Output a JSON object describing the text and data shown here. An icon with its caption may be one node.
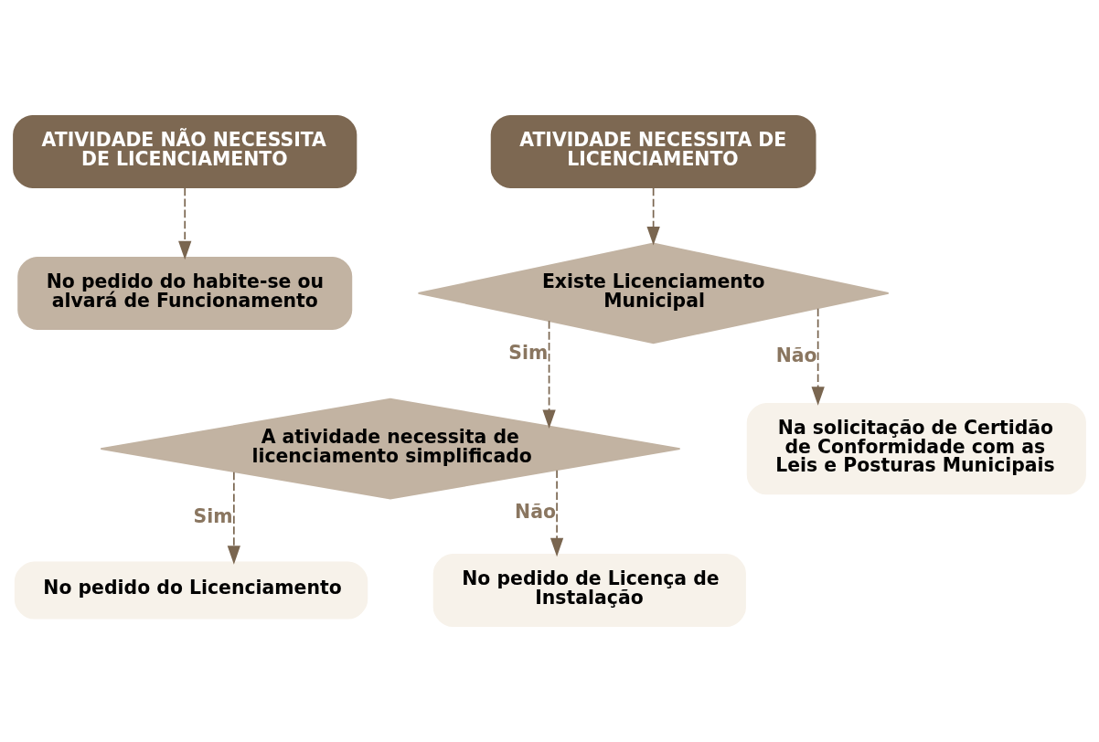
{
  "diagram": {
    "nodes": [
      {
        "text": [
          "ATIVIDADE NÃO NECESSITA DE LICENCIAMENTO"
        ]
      },
      {
        "text": [
          "ATIVIDADE NECESSITA DE LICENCIAMENTO"
        ]
      },
      {
        "text": [
          "No pedido do habite-se ou alvará de Funcionamento"
        ]
      },
      {
        "text": [
          "Existe Licenciamento Municipal"
        ]
      },
      {
        "text": [
          "A atividade necessita de licenciamento simplificado"
        ]
      },
      {
        "text": [
          "Na solicitação de Certidão de Conformidade com as Leis e Posturas Municipais"
        ]
      },
      {
        "text": [
          "No pedido do Licenciamento"
        ]
      },
      {
        "text": [
          "No pedido de Licença de Instalação"
        ]
      }
    ],
    "edges": [
      {
        "from": 0,
        "to": 2,
        "arrow": "to",
        "style": "dashed"
      },
      {
        "from": 1,
        "to": 3,
        "arrow": "to",
        "style": "dashed"
      },
      {
        "from": 3,
        "to": 4,
        "label": "Sim",
        "arrow": "to",
        "style": "dashed"
      },
      {
        "from": 3,
        "to": 5,
        "label": "Não",
        "arrow": "to",
        "style": "dashed"
      },
      {
        "from": 4,
        "to": 6,
        "label": "Sim",
        "arrow": "to",
        "style": "dashed"
      },
      {
        "from": 4,
        "to": 7,
        "label": "Não",
        "arrow": "to",
        "style": "dashed"
      }
    ]
  }
}
